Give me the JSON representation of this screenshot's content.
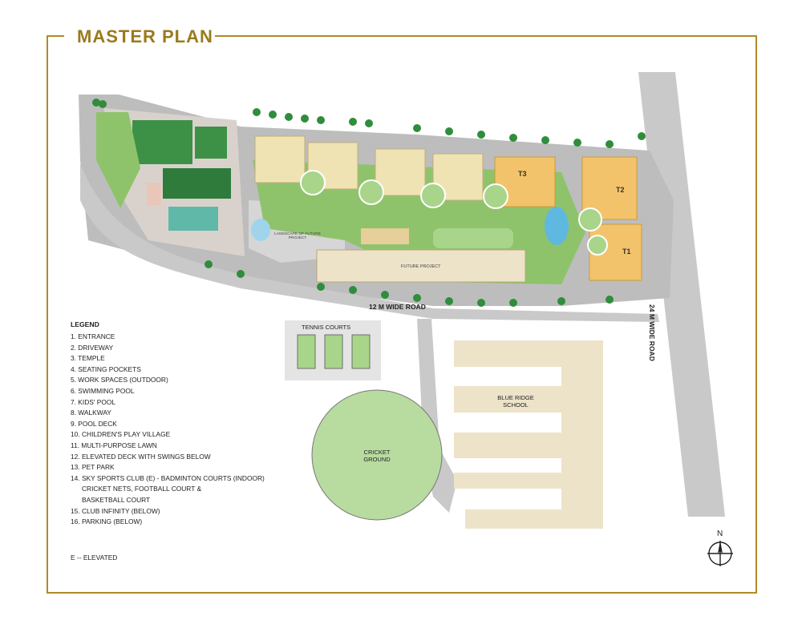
{
  "title": "MASTER PLAN",
  "legend": {
    "heading": "LEGEND",
    "items": [
      "1. ENTRANCE",
      "2. DRIVEWAY",
      "3. TEMPLE",
      "4. SEATING POCKETS",
      "5. WORK SPACES (OUTDOOR)",
      "6. SWIMMING POOL",
      "7. KIDS' POOL",
      "8. WALKWAY",
      "9. POOL DECK",
      "10. CHILDREN'S PLAY VILLAGE",
      "11. MULTI-PURPOSE LAWN",
      "12. ELEVATED DECK WITH SWINGS BELOW",
      "13. PET PARK",
      "14. SKY SPORTS CLUB (E) - BADMINTON COURTS (INDOOR)",
      "CRICKET NETS, FOOTBALL COURT &",
      "BASKETBALL COURT",
      "15. CLUB INFINITY (BELOW)",
      "16. PARKING (BELOW)"
    ]
  },
  "note": "E -- ELEVATED",
  "map_labels": {
    "road_12m": "12 M WIDE ROAD",
    "road_24m": "24 M WIDE ROAD",
    "tennis": "TENNIS COURTS",
    "school": "BLUE RIDGE\nSCHOOL",
    "cricket": "CRICKET\nGROUND",
    "future_project": "FUTURE PROJECT",
    "landscape_future": "LANDSCAPE OF FUTURE\nPROJECT",
    "towers": [
      "T1",
      "T2",
      "T3"
    ],
    "compass": "N"
  },
  "colors": {
    "frame_gold": "#b08a2a",
    "road": "#c9c9c9",
    "lawn": "#8fc36b",
    "building_cream": "#efe3b4",
    "tower_orange": "#f3c36b",
    "pool": "#5fb8e0"
  }
}
